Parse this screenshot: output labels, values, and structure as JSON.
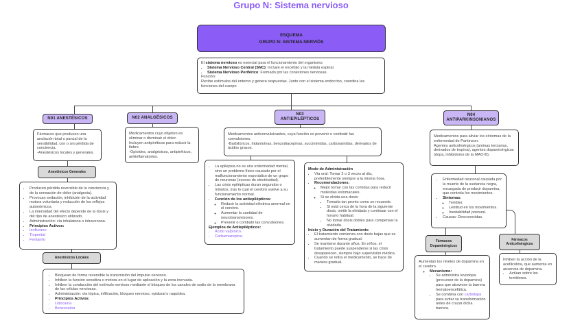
{
  "title": "Grupo N: Sistema nervioso",
  "esquema": {
    "line1": "ESQUEMA",
    "line2": "GRUPO N: SISTEMA NERVIÓS"
  },
  "intro": {
    "p1_pre": "El ",
    "p1_bold": "sistema nervioso",
    "p1_post": " es esencial para el funcionamiento del organismo.",
    "snc_bold": "Sistema Nervioso Central (SNC)",
    "snc_text": ": Incluye el encéfalo y la médula espinal.",
    "snp_bold": "Sistema Nervioso Periférico",
    "snp_text": ": Formado por las conexiones nerviosas.",
    "funcion_label": "Función:",
    "funcion_text": "Recibe estímulos del entorno y genera respuestas. Junto con el sistema endocrino, coordina las funciones del cuerpo"
  },
  "n01": {
    "title": "N01 ANESTÉSICOS",
    "desc": "Fármacos que producen una anulación total o parcial de la sensibilidad, con o sin pérdida de conciencia.",
    "desc2": "-Anestésicos locales y generales.",
    "generales": {
      "title": "Anestésicos Generales",
      "items": [
        "Producen pérdida reversible de la conciencia y de la sensación de dolor (analgesia).",
        "Provocan sedación, inhibición de la actividad motora voluntaria y reducción de los reflejos autonómicos.",
        "La intensidad del efecto depende de la dosis y del tipo de anestésico utilizado.",
        "Administración: vía inhalatoria o intravenosa."
      ],
      "principios_label": "Principios Activos:",
      "principios": [
        "Isoflurano",
        "Tiopental",
        "Fentanilo"
      ]
    },
    "locales": {
      "title": "Anestésicos Locales",
      "items": [
        "Bloquean de forma reversible la transmisión del impulso nervioso.",
        "Inhiben la función sensitiva o motora en el lugar de aplicación y la zona inervada.",
        "Inhiben la conducción del estímulo nervioso mediante el bloqueo de los canales de sodio de la membrana de las células nerviosas.",
        "Administración: vía tópica, infiltración, bloqueo nervioso, epidural o raquídea."
      ],
      "principios_label": "Principios Activos:",
      "principios": [
        "Lidocaína",
        "Benzocaína"
      ]
    }
  },
  "n02": {
    "title": "N02 ANALGÉSICOS",
    "desc": "Medicamentos cuyo objetivo es eliminar o disminuir el dolor.",
    "desc2": "Incluyen antipiréticos para reducir la fiebre.",
    "desc3": "-Opioides, analgésicos, antipiréticos, antiinflamatorios."
  },
  "n03": {
    "title_l1": "N03",
    "title_l2": "ANTIEPILÉPTICOS",
    "desc": "Medicamentos anticonvulsivantes, cuya función es prevenir o combatir las convulsiones.",
    "desc2": "-Barbitúricos, hidantoínas, benzodiacepinas, succinimidas, carboxamidas, derivados de ácidos grasos.",
    "left": {
      "items": [
        "La epilepsia no es una enfermedad mental, sino un problema físico causado por el malfuncionamiento esporádico de un grupo de neuronas (exceso de electricidad).",
        "Las crisis epilépticas duran segundos o minutos, tras lo cual el cerebro vuelve a su funcionamiento normal."
      ],
      "funcion_label": "Función de los antiepilépticos:",
      "funciones": [
        "Reducir la actividad eléctrica anormal en el cerebro.",
        "Aumentar la cantidad de neurotransmisores.",
        "Prevenir o combatir las convulsiones."
      ],
      "ejemplos_label": "Ejemplos de Antiepilépticos:",
      "ejemplos": [
        "Ácido valproico.",
        "Carbamazepina."
      ]
    },
    "right": {
      "modo_label": "Modo de Administración",
      "via": "Vía oral: Tomar 2 o 3 veces al día, preferiblemente siempre a la misma hora.",
      "rec_label": "Recomendaciones:",
      "rec1": "Mejor tomar con las comidas para reducir molestias estomacales.",
      "rec2": "Si se olvida una dosis:",
      "olvido": [
        "Tomarla tan pronto como se recuerde.",
        "Si está cerca de la hora de la siguiente dosis, omitir la olvidada y continuar con el horario habitual.",
        "No tomar dosis dobles para compensar la olvidada."
      ],
      "inicio_label": "Inicio y Duración del Tratamiento",
      "inicio": [
        "El tratamiento comienza con dosis bajas que se aumentan de forma gradual.",
        "Se mantiene durante años. En niños, el tratamiento puede suspenderse si las crisis desaparecen, siempre bajo supervisión médica.",
        "Cuando se retira el medicamento, se hace de manera gradual."
      ]
    }
  },
  "n04": {
    "title_l1": "N04",
    "title_l2": "ANTIPARKINSONIANOS",
    "desc": "Medicamentos para aliviar los síntomas de la enfermedad de Parkinson.",
    "desc2": "Agentes anticolinérgicos (aminas terciarias, derivados de tropina), agentes dopaminérgicos (dopa, inhibidores de la MAO-B).",
    "info": {
      "item1": "Enfermedad neuronal causada por la muerte de la sustancia negra, encargada de producir dopamina, que controla los movimientos.",
      "sintomas_label": "Síntomas:",
      "sintomas": [
        "Temblor.",
        "Lentitud en los movimientos.",
        "Inestabilidad postural."
      ],
      "causas": "Causas: Desconocidas."
    },
    "dopa": {
      "title_l1": "Fármacos",
      "title_l2": "Dopaminérgicos",
      "desc": "Aumentan los niveles de dopamina en el cerebro.",
      "mec_label": "Mecanismo:",
      "mec1": "Se administra levodopa (precursor de la dopamina) para que atraviese la barrera hematoencefálica.",
      "mec2_pre": "Se combina con ",
      "mec2_link": "carbidopa",
      "mec2_post": " para evitar su transformación antes de cruzar dicha barrera."
    },
    "anticol": {
      "title_l1": "Fármacos",
      "title_l2": "Anticolinérgicos",
      "desc": "Inhiben la acción de la acetilcolina, que aumenta en ausencia de dopamina.",
      "item": "Actúan sobre los temblores."
    }
  },
  "colors": {
    "accent": "#8b5cf6",
    "header_fill": "#c9b6f5",
    "gray_fill": "#d9d9d9"
  }
}
